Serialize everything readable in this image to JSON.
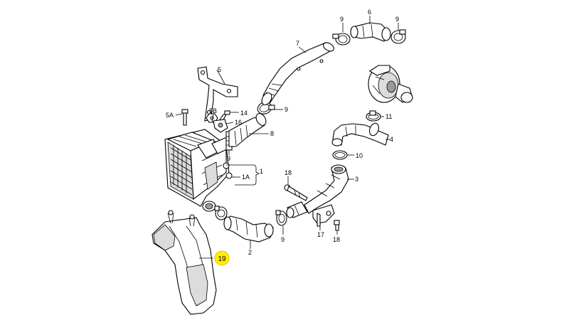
{
  "labels": {
    "l1": "1",
    "l1A": "1A",
    "l2": "2",
    "l3": "3",
    "l4": "4",
    "l5": "5",
    "l5A": "5A",
    "l5B": "5B",
    "l6": "6",
    "l7": "7",
    "l8": "8",
    "l9a": "9",
    "l9b": "9",
    "l9c": "9",
    "l9d": "9",
    "l9e": "9",
    "l10": "10",
    "l11": "11",
    "l14": "14",
    "l16": "16",
    "l17": "17",
    "l18a": "18",
    "l18b": "18",
    "l19": "19"
  },
  "highlight": {
    "part": "19",
    "color": "#ffee00"
  }
}
